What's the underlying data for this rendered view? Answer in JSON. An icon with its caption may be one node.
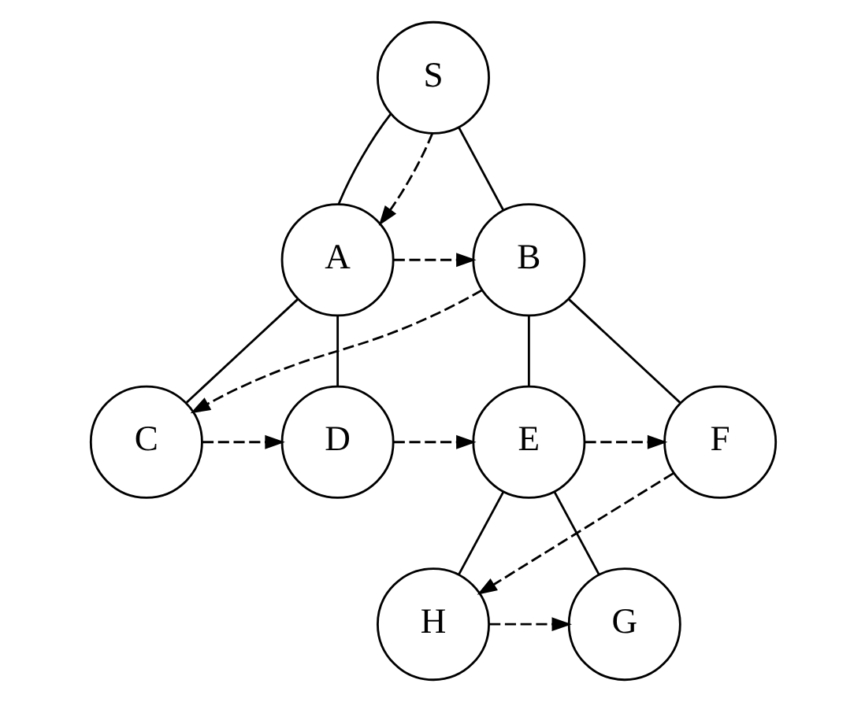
{
  "diagram": {
    "nodes": [
      {
        "text": [
          "S"
        ]
      },
      {
        "text": [
          "A"
        ]
      },
      {
        "text": [
          "B"
        ]
      },
      {
        "text": [
          "C"
        ]
      },
      {
        "text": [
          "D"
        ]
      },
      {
        "text": [
          "E"
        ]
      },
      {
        "text": [
          "F"
        ]
      },
      {
        "text": [
          "H"
        ]
      },
      {
        "text": [
          "G"
        ]
      }
    ],
    "edges": [
      {
        "from": 0,
        "to": 1,
        "arrow": "none"
      },
      {
        "from": 0,
        "to": 2,
        "arrow": "none"
      },
      {
        "from": 1,
        "to": 3,
        "arrow": "none"
      },
      {
        "from": 1,
        "to": 4,
        "arrow": "none"
      },
      {
        "from": 2,
        "to": 5,
        "arrow": "none"
      },
      {
        "from": 2,
        "to": 6,
        "arrow": "none"
      },
      {
        "from": 5,
        "to": 7,
        "arrow": "none"
      },
      {
        "from": 5,
        "to": 8,
        "arrow": "none"
      },
      {
        "from": 0,
        "to": 1,
        "arrow": "to",
        "style": "dashed"
      },
      {
        "from": 1,
        "to": 2,
        "arrow": "to",
        "style": "dashed"
      },
      {
        "from": 2,
        "to": 3,
        "arrow": "to",
        "style": "dashed"
      },
      {
        "from": 3,
        "to": 4,
        "arrow": "to",
        "style": "dashed"
      },
      {
        "from": 4,
        "to": 5,
        "arrow": "to",
        "style": "dashed"
      },
      {
        "from": 5,
        "to": 6,
        "arrow": "to",
        "style": "dashed"
      },
      {
        "from": 6,
        "to": 7,
        "arrow": "to",
        "style": "dashed"
      },
      {
        "from": 7,
        "to": 8,
        "arrow": "to",
        "style": "dashed"
      }
    ]
  }
}
